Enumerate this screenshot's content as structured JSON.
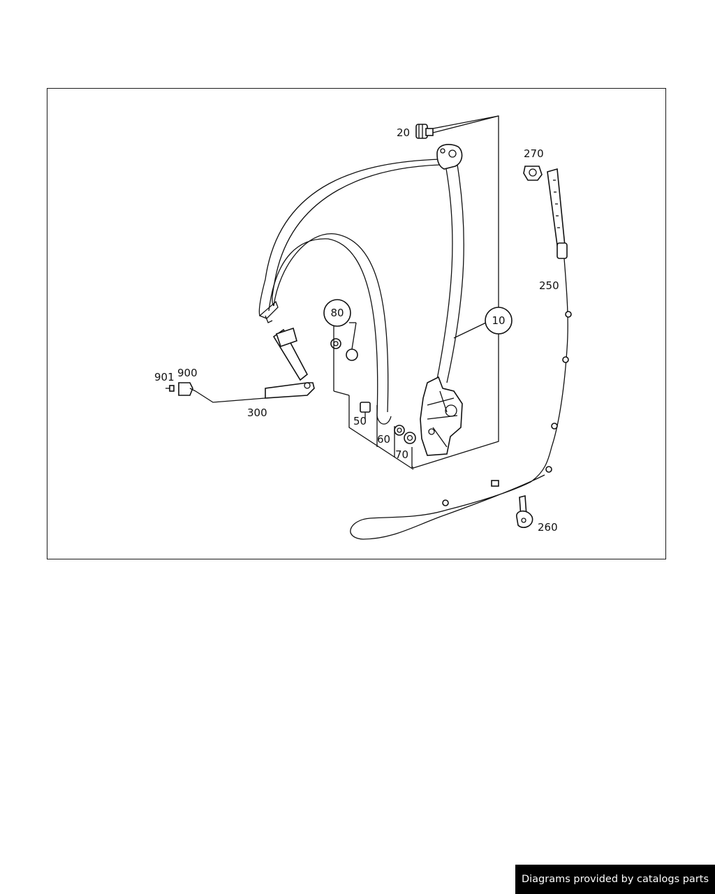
{
  "diagram": {
    "callouts": {
      "p10": "10",
      "p20": "20",
      "p50": "50",
      "p60": "60",
      "p70": "70",
      "p80": "80",
      "p250": "250",
      "p260": "260",
      "p270": "270",
      "p300": "300",
      "p900": "900",
      "p901": "901"
    }
  },
  "footer": {
    "credit": "Diagrams provided by catalogs parts"
  },
  "colors": {
    "line": "#111111",
    "background": "#ffffff",
    "credit_bar": "#000000"
  }
}
